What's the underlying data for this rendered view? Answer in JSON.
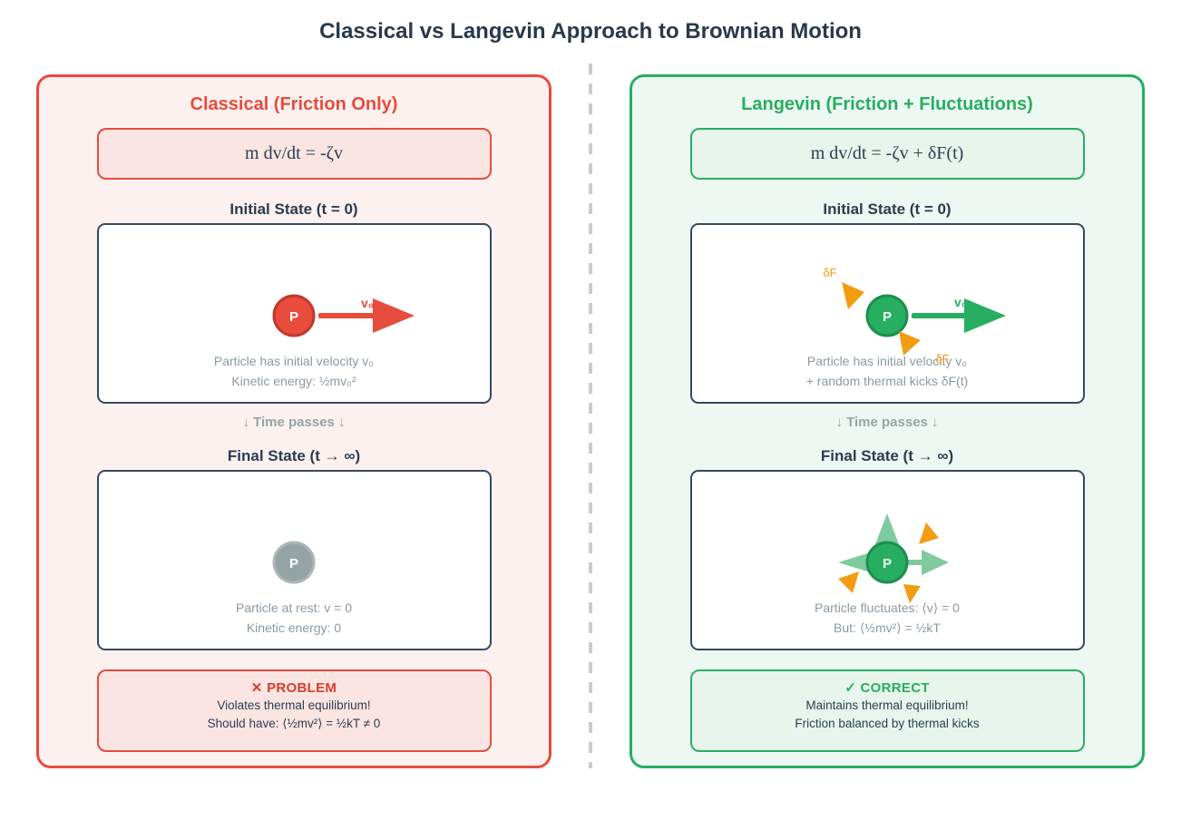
{
  "page": {
    "title": "Classical vs Langevin Approach to Brownian Motion"
  },
  "colors": {
    "red": "#e74c3c",
    "green": "#27ae60",
    "orange": "#f39c12",
    "navy": "#2c3e50",
    "gray": "#95a5a6"
  },
  "classical": {
    "title": "Classical (Friction Only)",
    "equation": "m dv/dt = -ζv",
    "initial": {
      "heading": "Initial State (t = 0)",
      "particle": "P",
      "velocity": "v₀",
      "caption1": "Particle has initial velocity v₀",
      "caption2": "Kinetic energy: ½mv₀²"
    },
    "time_passes": "↓ Time passes ↓",
    "final": {
      "heading": "Final State (t → ∞)",
      "particle": "P",
      "caption1": "Particle at rest: v = 0",
      "caption2": "Kinetic energy: 0"
    },
    "verdict": {
      "label": "✕ PROBLEM",
      "line1": "Violates thermal equilibrium!",
      "line2": "Should have: ⟨½mv²⟩ = ½kT ≠ 0"
    }
  },
  "langevin": {
    "title": "Langevin (Friction + Fluctuations)",
    "equation": "m dv/dt = -ζv + δF(t)",
    "initial": {
      "heading": "Initial State (t = 0)",
      "particle": "P",
      "velocity": "v₀",
      "kick": "δF",
      "kick2": "δF",
      "caption1": "Particle has initial velocity v₀",
      "caption2": "+ random thermal kicks δF(t)"
    },
    "time_passes": "↓ Time passes ↓",
    "final": {
      "heading": "Final State (t → ∞)",
      "particle": "P",
      "caption1": "Particle fluctuates: ⟨v⟩ = 0",
      "caption2": "But: ⟨½mv²⟩ = ½kT"
    },
    "verdict": {
      "label": "✓ CORRECT",
      "line1": "Maintains thermal equilibrium!",
      "line2": "Friction balanced by thermal kicks"
    }
  }
}
